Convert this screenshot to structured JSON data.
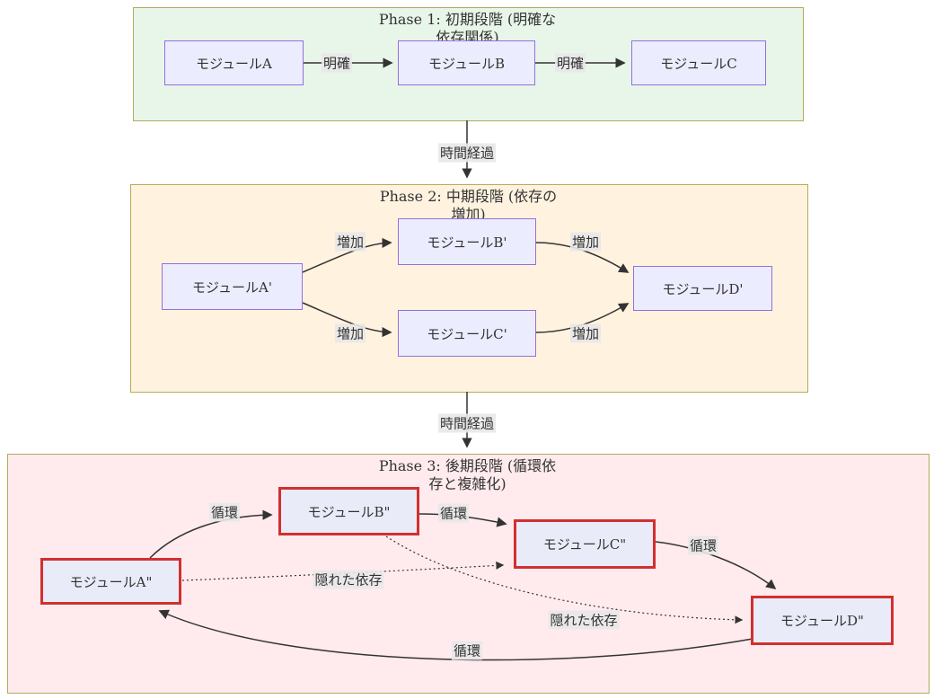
{
  "diagram_type": "flowchart",
  "colors": {
    "phase1_bg": "#e8f5e9",
    "phase2_bg": "#fff3e0",
    "phase3_bg": "#ffebee",
    "cluster_border": "#b3ab5c",
    "node_fill": "#ececff",
    "node_border": "#9370db",
    "alert_node_border": "#d32f2f",
    "edge_color": "#333333",
    "edge_label_bg": "#e8e8e8"
  },
  "phase1": {
    "title1": "Phase 1: 初期段階 (明確な",
    "title2": "依存関係)",
    "nodes": {
      "a": "モジュールA",
      "b": "モジュールB",
      "c": "モジュールC"
    },
    "edges": {
      "ab": "明確",
      "bc": "明確"
    }
  },
  "phase2": {
    "title1": "Phase 2: 中期段階 (依存の",
    "title2": "増加)",
    "nodes": {
      "a": "モジュールA'",
      "b": "モジュールB'",
      "c": "モジュールC'",
      "d": "モジュールD'"
    },
    "edges": {
      "ab": "増加",
      "ac": "増加",
      "bd": "増加",
      "cd": "増加"
    }
  },
  "phase3": {
    "title1": "Phase 3: 後期段階 (循環依",
    "title2": "存と複雑化)",
    "nodes": {
      "a": "モジュールA\"",
      "b": "モジュールB\"",
      "c": "モジュールC\"",
      "d": "モジュールD\""
    },
    "edges": {
      "ab": "循環",
      "bc": "循環",
      "cd": "循環",
      "da": "循環",
      "ac": "隠れた依存",
      "bd": "隠れた依存"
    }
  },
  "transitions": {
    "t1": "時間経過",
    "t2": "時間経過"
  }
}
